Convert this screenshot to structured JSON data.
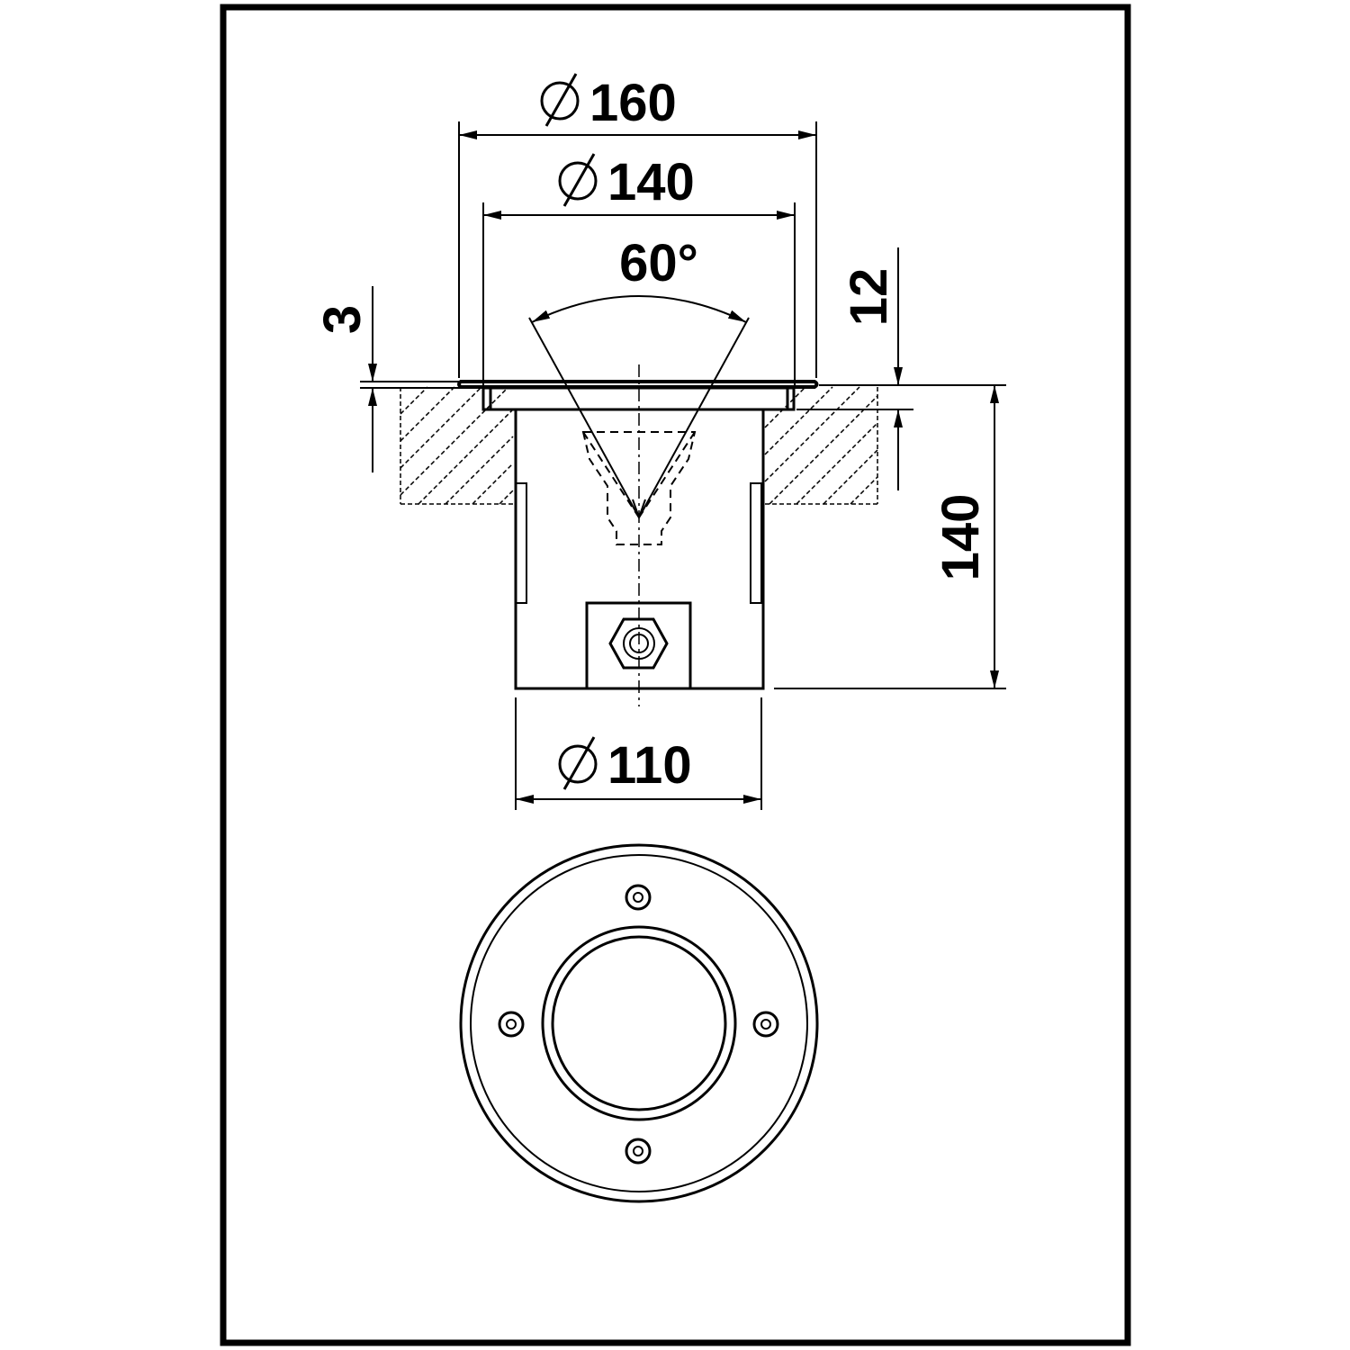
{
  "dimensions": {
    "outer_diameter": "160",
    "inner_diameter": "140",
    "beam_angle": "60°",
    "rim_height": "3",
    "collar_height": "12",
    "body_height": "140",
    "body_diameter": "110"
  },
  "symbols": {
    "diameter": "⌀"
  },
  "colors": {
    "line": "#000000",
    "background": "#ffffff",
    "frame": "#000000"
  }
}
